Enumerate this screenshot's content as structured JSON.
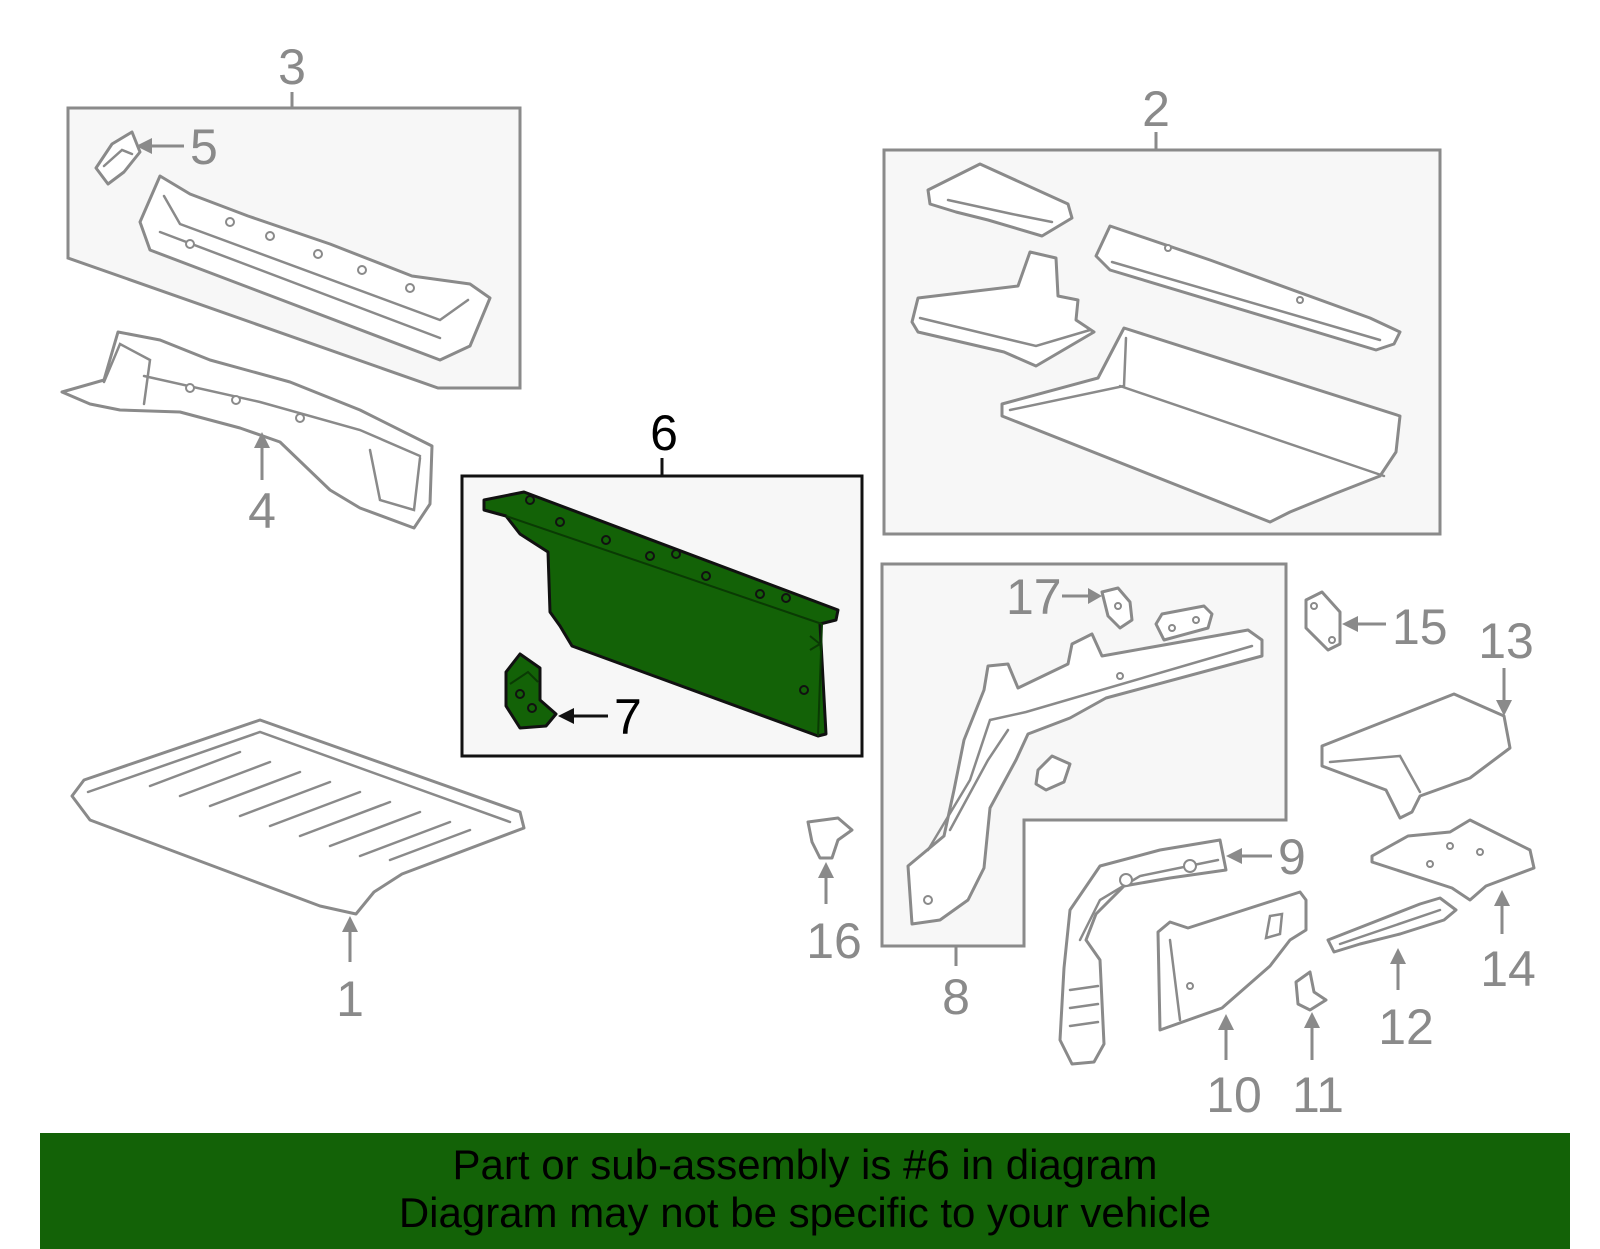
{
  "callouts": {
    "c1": "1",
    "c2": "2",
    "c3": "3",
    "c4": "4",
    "c5": "5",
    "c6": "6",
    "c7": "7",
    "c8": "8",
    "c9": "9",
    "c10": "10",
    "c11": "11",
    "c12": "12",
    "c13": "13",
    "c14": "14",
    "c15": "15",
    "c16": "16",
    "c17": "17"
  },
  "selected_part": "6",
  "banner": {
    "line1": "Part or sub-assembly is #6 in diagram",
    "line2": "Diagram may not be specific to your vehicle"
  },
  "colors": {
    "highlight": "#136207",
    "banner": "#136207",
    "line": "#8a8a8a"
  }
}
